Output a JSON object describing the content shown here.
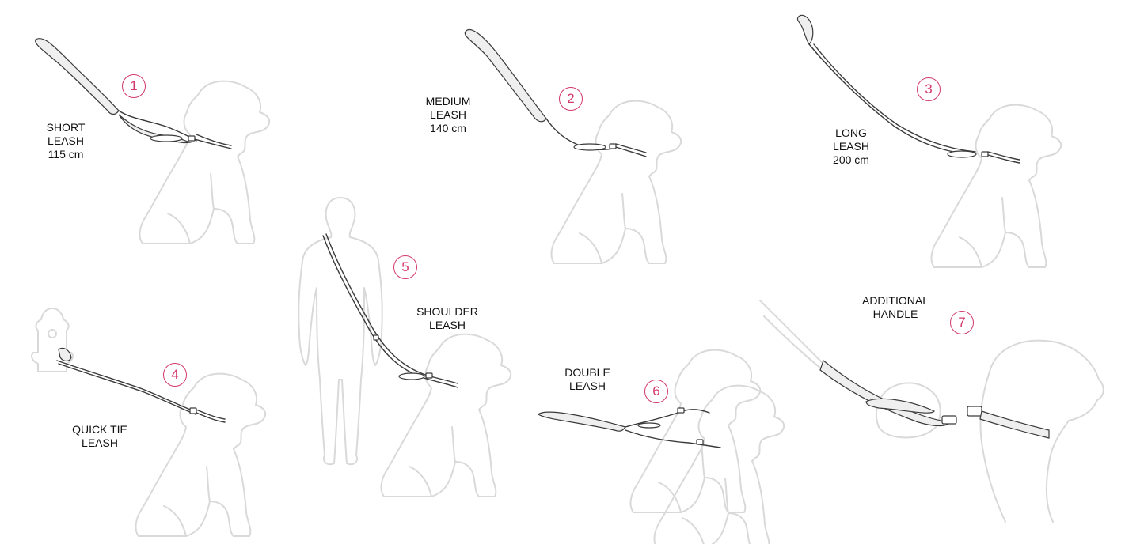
{
  "colors": {
    "accent": "#d2386c",
    "silhouette": "#d9d9d9",
    "line": "#3a3a3a",
    "text": "#111111"
  },
  "items": [
    {
      "number": "1",
      "lines": [
        "SHORT",
        "LEASH",
        "115 cm"
      ]
    },
    {
      "number": "2",
      "lines": [
        "MEDIUM",
        "LEASH",
        "140 cm"
      ]
    },
    {
      "number": "3",
      "lines": [
        "LONG",
        "LEASH",
        "200 cm"
      ]
    },
    {
      "number": "4",
      "lines": [
        "QUICK TIE",
        "LEASH"
      ]
    },
    {
      "number": "5",
      "lines": [
        "SHOULDER",
        "LEASH"
      ]
    },
    {
      "number": "6",
      "lines": [
        "DOUBLE",
        "LEASH"
      ]
    },
    {
      "number": "7",
      "lines": [
        "ADDITIONAL",
        "HANDLE"
      ]
    }
  ],
  "icons": [
    "dog-silhouette-icon",
    "person-silhouette-icon",
    "fire-hydrant-icon",
    "hand-icon",
    "leash-icon"
  ]
}
